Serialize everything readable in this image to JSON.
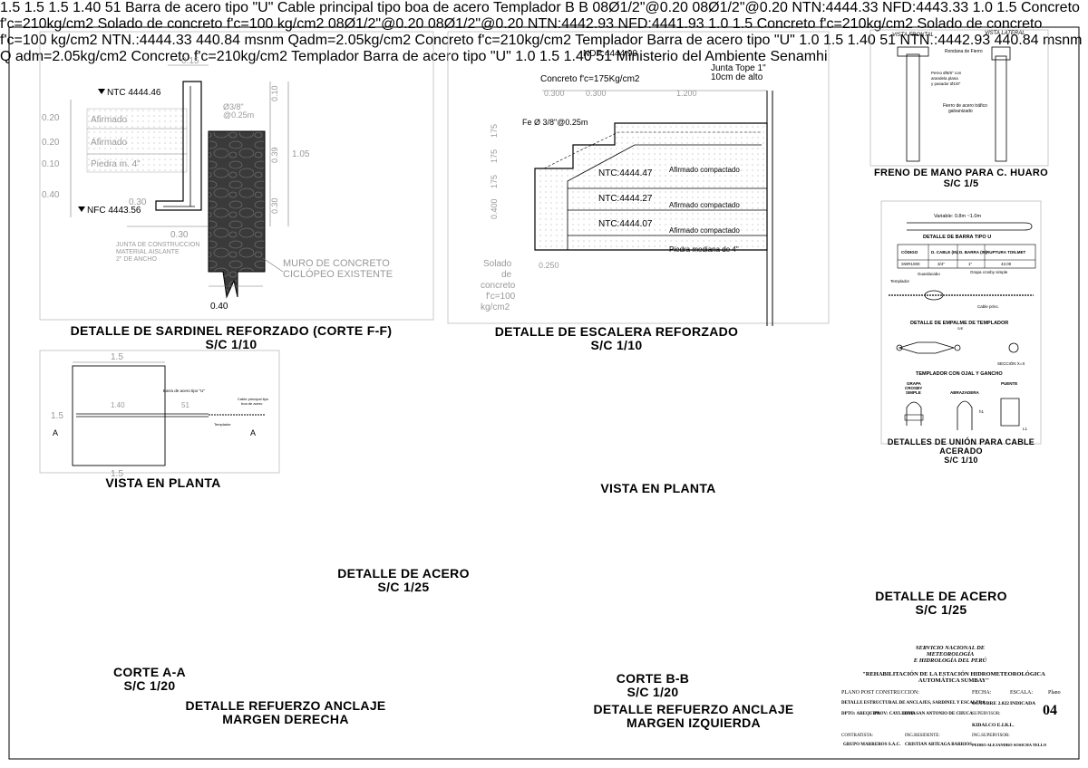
{
  "sections": {
    "sardinel": {
      "title": "DETALLE DE SARDINEL REFORZADO (CORTE F-F)",
      "scale": "S/C 1/10",
      "labels": {
        "ntc": "NTC  4444.46",
        "nfc": "NFC  4443.56",
        "afirmado1": "Afirmado",
        "afirmado2": "Afirmado",
        "piedra": "Piedra  m.  4\"",
        "acero": "Ø3/8\"",
        "acero2": "@0.25m",
        "junta1": "JUNTA DE CONSTRUCCION",
        "junta2": "MATERIAL AISLANTE",
        "junta3": "2\" DE ANCHO",
        "muro1": "MURO DE CONCRETO",
        "muro2": "CICLÓPEO EXISTENTE"
      },
      "dims": [
        "0.15",
        "0.20",
        "0.20",
        "0.10",
        "0.40",
        "0.30",
        "0.30",
        "0.40",
        "1.05",
        "0.39",
        "0.30",
        "0.10"
      ]
    },
    "escalera": {
      "title": "DETALLE DE ESCALERA REFORZADO",
      "scale": "S/C 1/10",
      "labels": {
        "ndp": "NDP:4444.99",
        "concreto": "Concreto f'c=175Kg/cm2",
        "junta1": "Junta Tope 1\"",
        "junta2": "10cm de alto",
        "fe": "Fe Ø 3/8\"@0.25m",
        "ntc1": "NTC:4444.47",
        "ntc2": "NTC:4444.27",
        "ntc3": "NTC:4444.07",
        "af1": "Afirmado compactado",
        "af2": "Afirmado compactado",
        "af3": "Afirmado compactado",
        "piedra": "Piedra mediana de 4\"",
        "solado1": "Solado",
        "solado2": "de",
        "solado3": "concreto",
        "solado4": "f'c=100",
        "solado5": "kg/cm2"
      },
      "dims": [
        "0.300",
        "0.300",
        "1.200",
        "0.250",
        "0.400",
        "175",
        "175",
        "175"
      ]
    },
    "freno": {
      "title": "FRENO DE MANO PARA C. HUARO",
      "scale": "S/C 1/5",
      "labels": {
        "frontal": "VISTA FRONTAL",
        "lateral": "VISTA LATERAL",
        "rondana": "Rondana de Fierro",
        "perno1": "Perno Ø5/8\" con",
        "perno2": "arandela plana",
        "perno3": "y pasador Ø1/8\"",
        "fierro1": "Fierro de acero tráfico",
        "fierro2": "galvanizado"
      }
    },
    "union": {
      "title": "DETALLES DE UNIÓN PARA CABLE ACERADO",
      "scale": "S/C 1/10",
      "labels": {
        "variable": "Variable: 0.8m ~1.0m",
        "barra_u": "DETALLE DE BARRA TIPO U",
        "empalme": "DETALLE DE EMPALME DE TEMPLADOR",
        "templador_ojal": "TEMPLADOR CON OJAL Y GANCHO",
        "seccion": "SECCIÓN  X=X",
        "grapa1": "GRAPA",
        "grapa2": "CROSBY",
        "grapa3": "SIMPLE",
        "abrazadera": "ABRAZADERA",
        "puente": "PUENTE",
        "sc": "S/E",
        "guardacabo": "Guardacabo",
        "templador": "Templador",
        "grapa": "Grapa crosby simple",
        "cable": "Cable princ.",
        "h1": "h1",
        "l1": "L1"
      },
      "table": {
        "headers": [
          "CÓDIGO",
          "D. CABLE (IN)",
          "D. BARRA (IN)",
          "RUPTURA TON.MET"
        ],
        "rows": [
          [
            "SWR1000",
            "3/4\"",
            "1\"",
            "43.00"
          ]
        ]
      }
    },
    "planta_a": {
      "title": "VISTA EN PLANTA",
      "dims": [
        "1.5",
        "1.5",
        "1.5",
        "1.40",
        "51"
      ],
      "labels": {
        "barra": "Barra de acero tipo \"U\"",
        "cable1": "Cable principal tipo",
        "cable2": "boa de acero",
        "templador": "Templador",
        "a1": "A",
        "a2": "A"
      }
    },
    "planta_b": {
      "title": "VISTA EN PLANTA",
      "dims": [
        "1.5",
        "1.5",
        "1.5",
        "1.40",
        "51"
      ],
      "labels": {
        "barra": "Barra de acero tipo \"U\"",
        "cable1": "Cable principal tipo",
        "cable2": "boa de acero",
        "templador": "Templador",
        "b1": "B",
        "b2": "B"
      }
    },
    "acero_center": {
      "title": "DETALLE DE ACERO",
      "scale": "S/C 1/25",
      "labels": {
        "ntn": "NTN:4444.33",
        "nfd": "NFD:4443.33",
        "top": "08Ø1/2\"@0.20",
        "bot": "08Ø1/2\"@0.20",
        "conc1": "Concreto",
        "conc2": "f'c=210kg/cm2",
        "sol1": "Solado de concreto",
        "sol2": "f'c=100 kg/cm2",
        "dim_v": "1.0",
        "dim_h": "1.5"
      }
    },
    "acero_right": {
      "title": "DETALLE DE ACERO",
      "scale": "S/C 1/25",
      "labels": {
        "ntn": "NTN:4442.93",
        "nfd": "NFD:4441.93",
        "top": "08Ø1/2\"@0.20",
        "bot": "08Ø1/2\"@0.20",
        "conc1": "Concreto",
        "conc2": "f'c=210kg/cm2",
        "sol1": "Solado de concreto",
        "sol2": "f'c=100 kg/cm2",
        "dim_v": "1.0",
        "dim_h": "1.5"
      }
    },
    "corte_a": {
      "title": "CORTE A-A",
      "scale": "S/C 1/20",
      "labels": {
        "ntn": "NTN.:4444.33",
        "msnm": "440.84  msnm",
        "qadm": "Qadm=2.05kg/cm2",
        "concreto": "Concreto  f'c=210kg/cm2",
        "templador": "Templador",
        "barra1": "Barra de acero",
        "barra2": "tipo \"U\"",
        "dim_v": "1.0",
        "dim_h": "1.5",
        "dim_d": "1.40",
        "dim_s": "51"
      }
    },
    "corte_b": {
      "title": "CORTE B-B",
      "scale": "S/C 1/20",
      "labels": {
        "ntn": "NTN.:4442.93",
        "msnm": "440.84  msnm",
        "qadm": "Q  adm=2.05kg/cm2",
        "concreto": "Concreto  f'c=210kg/cm2",
        "templador": "Templador",
        "barra1": "Barra de acero",
        "barra2": "tipo \"U\"",
        "dim_v": "1.0",
        "dim_h": "1.5",
        "dim_d": "1.40",
        "dim_s": "51"
      }
    },
    "anclaje_der": {
      "title1": "DETALLE REFUERZO ANCLAJE",
      "title2": "MARGEN DERECHA"
    },
    "anclaje_izq": {
      "title1": "DETALLE REFUERZO ANCLAJE",
      "title2": "MARGEN IZQUIERDA"
    }
  },
  "titleblock": {
    "ministerio": "Ministerio del Ambiente",
    "institution1": "SERVICIO NACIONAL DE METEOROLOGÍA",
    "institution2": "E HIDROLOGÍA DEL PERÚ",
    "logo": "Senamhi",
    "project1": "\"REHABILITACIÓN DE LA ESTACIÓN HIDROMETEOROLÓGICA",
    "project2": "AUTOMÁTICA SUMBAY\"",
    "plano_label": "PLANO POST CONSTRUCCION:",
    "plano_value": "DETALLE ESTRUCTURAL DE ANCLAJES, SARDINEL Y ESCALERA",
    "fecha_label": "FECHA:",
    "fecha_value": "OCTUBRE 2.022",
    "escala_label": "ESCALA:",
    "escala_value": "INDICADA",
    "plano_n_label": "Plano",
    "plano_n_value": "04",
    "dpto_label": "DPTO:",
    "dpto_value": "AREQUIPA",
    "prov_label": "PROV:",
    "prov_value": "CAYLLOMA",
    "dist_label": "DIST:",
    "dist_value": "SAN ANTONIO DE CHUCA",
    "supervisor_label": "SUPERVISOR:",
    "supervisor_value": "KIDALCO E.I.R.L.",
    "contratista_label": "CONTRATISTA:",
    "contratista_value": "GRUPO MARREROS S.A.C.",
    "residente_label": "ING.RESIDENTE:",
    "residente_value": "CRISTIAN ARTEAGA BARRIOS",
    "ingsup_label": "ING.SUPERVISOR:",
    "ingsup_value": "PEDRO ALEJANDRO SOSICHA TELLO"
  }
}
